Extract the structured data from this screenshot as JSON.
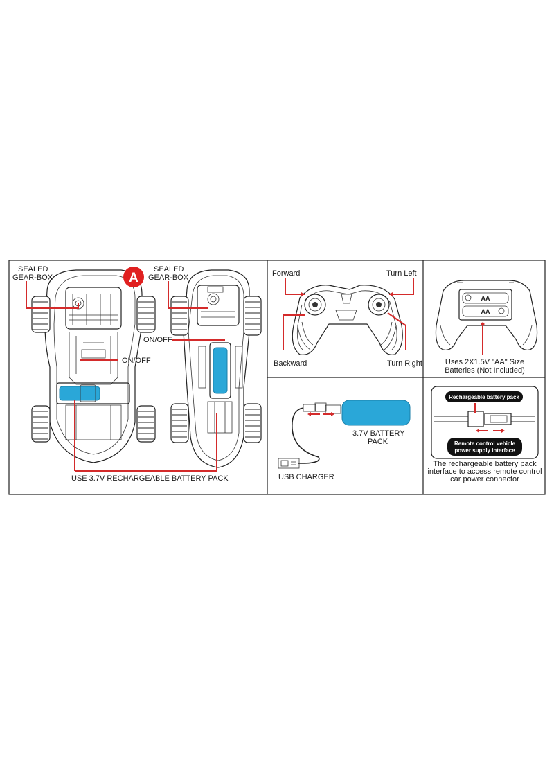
{
  "badge": {
    "letter": "A",
    "color": "#e02020"
  },
  "car_panel": {
    "sealed_gearbox_left": [
      "SEALED",
      "GEAR-BOX"
    ],
    "sealed_gearbox_right": [
      "SEALED",
      "GEAR-BOX"
    ],
    "on_off_left": "ON/OFF",
    "on_off_right": "ON/OFF",
    "battery_caption": "USE 3.7V RECHARGEABLE BATTERY PACK"
  },
  "controller_panel": {
    "forward": "Forward",
    "turn_left": "Turn Left",
    "backward": "Backward",
    "turn_right": "Turn Right"
  },
  "battery_box_panel": {
    "caption": [
      "Uses 2X1.5V \"AA\" Size",
      "Batteries (Not Included)"
    ],
    "cell_label": "AA"
  },
  "charger_panel": {
    "battery_label": [
      "3.7V BATTERY",
      "PACK"
    ],
    "usb_label": "USB CHARGER"
  },
  "connector_panel": {
    "top_tag": "Rechargeable battery pack",
    "bottom_tag": [
      "Remote control vehicle",
      "power supply interface"
    ],
    "caption": [
      "The rechargeable battery pack",
      "interface to access remote control",
      "car power connector"
    ]
  },
  "colors": {
    "accent_red": "#d42b2b",
    "battery_blue": "#2aa7d8",
    "line": "#222222"
  }
}
